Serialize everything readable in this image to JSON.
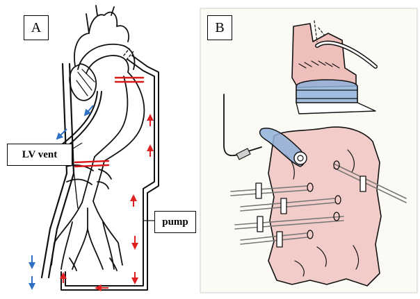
{
  "panels": [
    {
      "id": "A",
      "label": "A"
    },
    {
      "id": "B",
      "label": "B"
    }
  ],
  "callouts": {
    "lv_vent": "LV vent",
    "pump": "pump"
  },
  "colors": {
    "arrow_blue": "#2f6fc4",
    "arrow_red": "#e02020",
    "clamp_red": "#d81818",
    "tissue_pink": "#eaa6a3",
    "cuff_blue": "#8fb0d9",
    "line_black": "#111111",
    "panel_b_bg": "#fbfaf5"
  },
  "icons": [
    "blue-flow-arrow",
    "red-flow-arrow",
    "red-cross-clamp",
    "suture-loop"
  ]
}
